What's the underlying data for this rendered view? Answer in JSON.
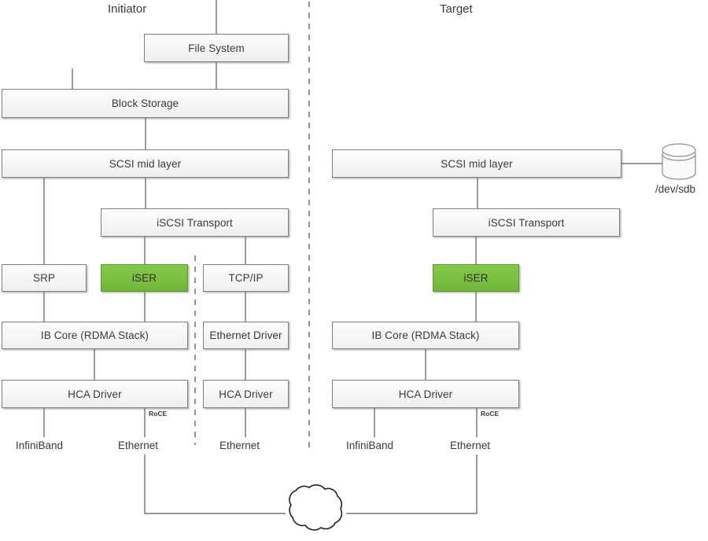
{
  "diagram": {
    "title_left": "Initiator",
    "title_right": "Target",
    "accent_green": "#7cc142",
    "box_border": "#7f7f7f",
    "line_color": "#595959"
  },
  "initiator": {
    "boxes": {
      "file_system": "File System",
      "block_storage": "Block Storage",
      "scsi_mid_layer": "SCSI mid layer",
      "iscsi_transport": "iSCSI Transport",
      "srp": "SRP",
      "iser": "iSER",
      "tcpip": "TCP/IP",
      "ib_core": "IB Core (RDMA Stack)",
      "ethernet_driver": "Ethernet Driver",
      "hca_driver_rdma": "HCA Driver",
      "hca_driver_eth": "HCA Driver"
    },
    "fabric_labels": {
      "infiniband": "InfiniBand",
      "ethernet_rdma": "Ethernet",
      "ethernet_tcp": "Ethernet",
      "roce": "RoCE"
    }
  },
  "target": {
    "boxes": {
      "scsi_mid_layer": "SCSI mid layer",
      "iscsi_transport": "iSCSI Transport",
      "iser": "iSER",
      "ib_core": "IB Core (RDMA Stack)",
      "hca_driver": "HCA Driver"
    },
    "fabric_labels": {
      "infiniband": "InfiniBand",
      "ethernet": "Ethernet",
      "roce": "RoCE"
    },
    "storage_device": "/dev/sdb"
  },
  "network": {
    "cloud": "network-cloud"
  }
}
